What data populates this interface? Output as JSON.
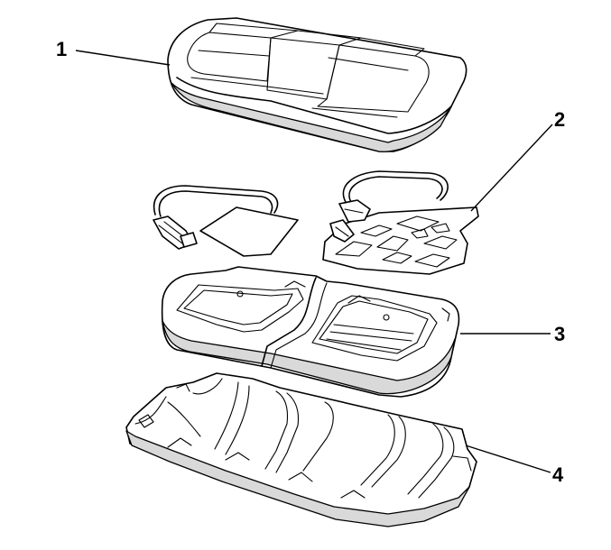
{
  "callouts": [
    {
      "id": "1",
      "label": "1"
    },
    {
      "id": "2",
      "label": "2"
    },
    {
      "id": "3",
      "label": "3"
    },
    {
      "id": "4",
      "label": "4"
    }
  ],
  "parts": [
    {
      "callout": "1",
      "icon": "seat-cushion-cover-icon"
    },
    {
      "callout": "2",
      "icon": "sensor-mat-with-harness-icon"
    },
    {
      "callout": "3",
      "icon": "seat-cushion-pad-icon"
    },
    {
      "callout": "4",
      "icon": "seat-cushion-frame-icon"
    }
  ]
}
